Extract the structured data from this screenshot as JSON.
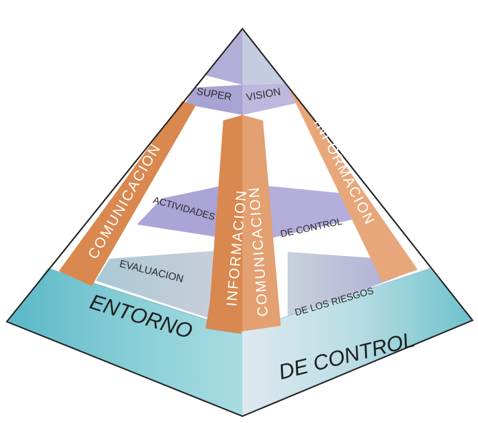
{
  "diagram": {
    "levels": {
      "supervision_left": "SUPER",
      "supervision_right": "VISION",
      "actividades_left": "ACTIVIDADES",
      "actividades_right": "DE CONTROL",
      "evaluacion_left": "EVALUACION",
      "evaluacion_right": "DE LOS RIESGOS",
      "entorno_left": "ENTORNO",
      "entorno_right": "DE CONTROL"
    },
    "pillars": {
      "left_edge": "COMUNICACION",
      "center_left": "INFORMACION",
      "center_right": "COMUNICACION",
      "right_edge": "INFORMACION"
    }
  },
  "colors": {
    "pillar_orange": "#D9884F",
    "pillar_light_orange": "#E8A77A",
    "plane_lilac": "#B0A8D6",
    "base_teal": "#6FC3CE",
    "base_light": "#D8E7EE"
  }
}
